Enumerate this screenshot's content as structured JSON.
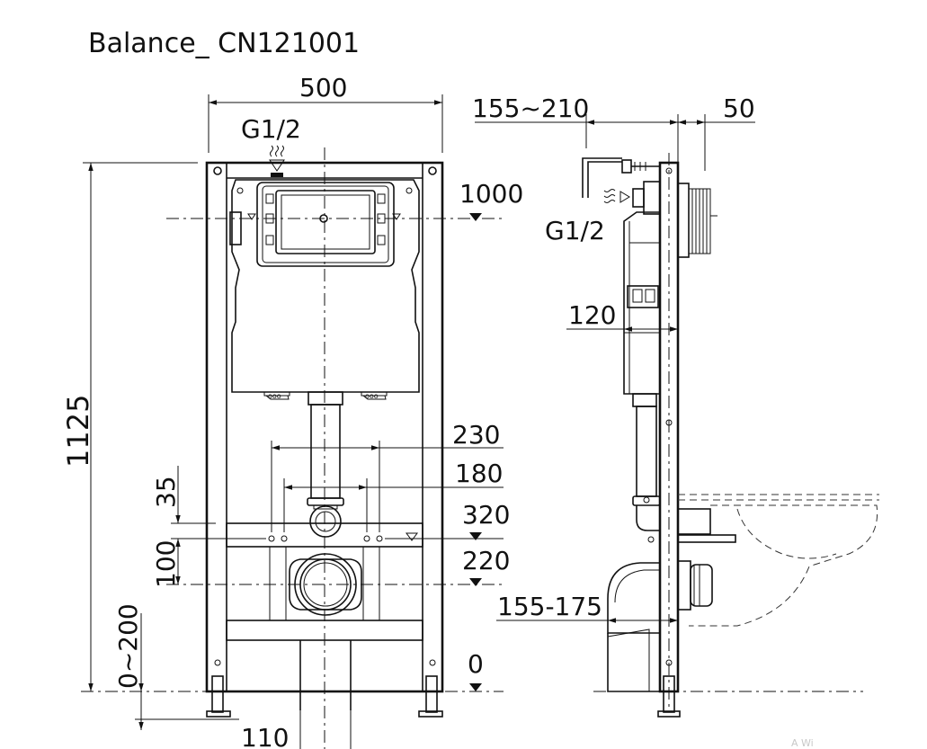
{
  "title": "Balance_ CN121001",
  "front_view": {
    "width_label": "500",
    "inlet_label": "G1/2",
    "height_label": "1125",
    "level_labels": {
      "flush_plate": "1000",
      "drain_top": "320",
      "drain_center": "220",
      "floor": "0"
    },
    "spacing_labels": {
      "outer_bolts": "230",
      "inner_bolts": "180"
    },
    "vertical_labels": {
      "offset_35": "35",
      "offset_100": "100",
      "leg_adjust": "0~200"
    },
    "pipe_width_label": "110"
  },
  "side_view": {
    "depth_adjust_label": "155~210",
    "frame_depth_label": "50",
    "inlet_label": "G1/2",
    "tank_depth_label": "120",
    "outlet_adjust_label": "155-175"
  },
  "watermark": "A                Wi"
}
